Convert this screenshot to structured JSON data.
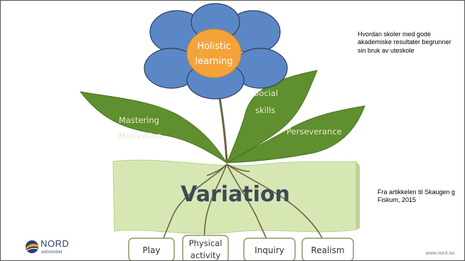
{
  "flower": {
    "center_line1": "Holistic",
    "center_line2": "learning"
  },
  "leaves": {
    "left_line1": "Mastering",
    "left_line2": "Motivation",
    "right_upper_line1": "Social",
    "right_upper_line2": "skills",
    "right_lower": "Perseverance"
  },
  "banner": {
    "title": "Variation"
  },
  "roots": {
    "play": "Play",
    "physical_line1": "Physical",
    "physical_line2": "activity",
    "inquiry": "Inquiry",
    "realism": "Realism"
  },
  "notes": {
    "top": "Hvordan skoler med gode akademiske resultater begrunner sin bruk av uteskole",
    "source": "Fra artikkelen til Skaugen g Fiskum, 2015"
  },
  "logo": {
    "name": "NORD",
    "sub": "universitet"
  },
  "footer": {
    "url": "www.nord.no"
  },
  "colors": {
    "petal": "#5b87c6",
    "center": "#f4a33a",
    "leaf": "#5f8f2e",
    "banner": "#d7e7b4",
    "stem": "#6e6447",
    "text_dark": "#3e4a57",
    "leaf_text": "#e6eccf"
  }
}
